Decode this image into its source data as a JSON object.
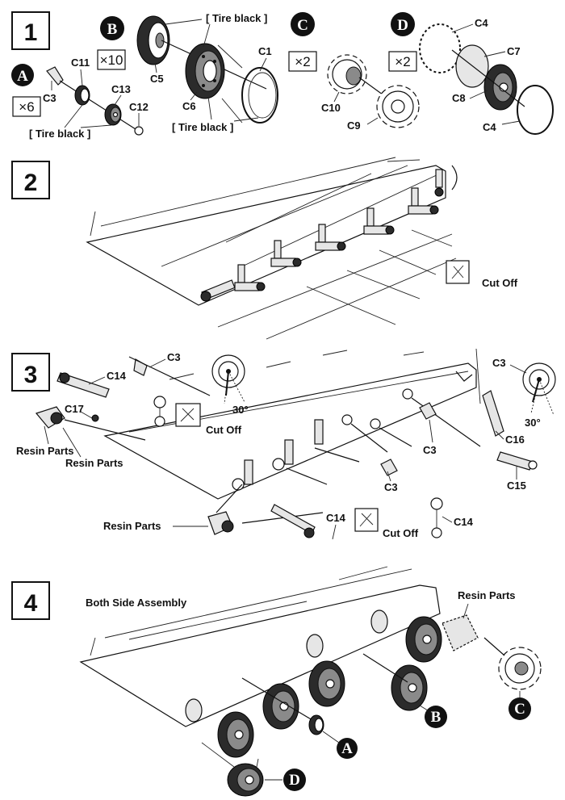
{
  "steps": [
    "1",
    "2",
    "3",
    "4"
  ],
  "sub_badges": [
    "A",
    "B",
    "C",
    "D"
  ],
  "multipliers": {
    "a": "×6",
    "b": "×10",
    "c": "×2",
    "d": "×2"
  },
  "step1": {
    "a_parts": [
      "C3",
      "C11",
      "C13",
      "C12"
    ],
    "a_note": "[ Tire black ]",
    "b_parts": [
      "C5",
      "C6",
      "C1"
    ],
    "b_note_top": "[ Tire black ]",
    "b_note_bottom": "[ Tire black ]",
    "c_parts": [
      "C10",
      "C9"
    ],
    "d_parts": [
      "C4",
      "C7",
      "C8",
      "C4"
    ]
  },
  "step2": {
    "cut_note": "Cut Off"
  },
  "step3": {
    "left_parts": [
      "C3",
      "C14",
      "C17"
    ],
    "resin_1": "Resin Parts",
    "resin_2": "Resin Parts",
    "resin_3": "Resin Parts",
    "cut_note_1": "Cut Off",
    "cut_note_2": "Cut Off",
    "angle_1": "30°",
    "angle_2": "30°",
    "right_parts": [
      "C3",
      "C16",
      "C3",
      "C3",
      "C15",
      "C14",
      "C14"
    ]
  },
  "step4": {
    "note": "Both Side Assembly",
    "resin": "Resin Parts",
    "refs": [
      "A",
      "B",
      "C",
      "D"
    ]
  }
}
